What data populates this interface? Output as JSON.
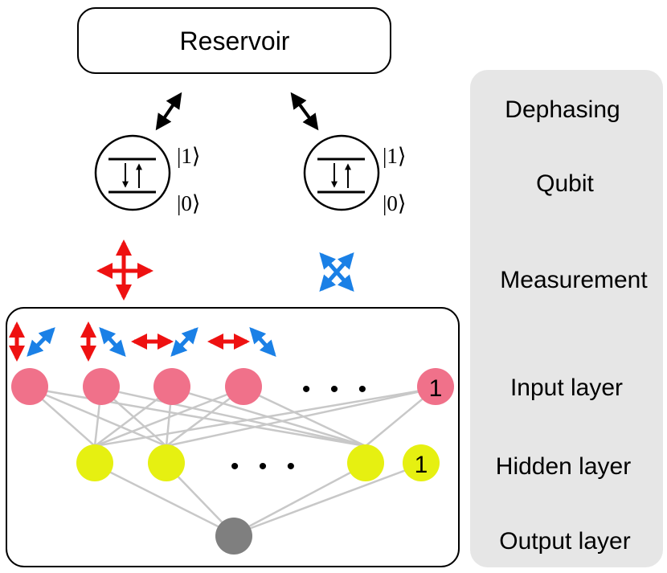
{
  "reservoir": {
    "label": "Reservoir"
  },
  "side_labels": {
    "dephasing": "Dephasing",
    "qubit": "Qubit",
    "measurement": "Measurement",
    "input_layer": "Input layer",
    "hidden_layer": "Hidden layer",
    "output_layer": "Output layer"
  },
  "qubit": {
    "ket_one": "|1⟩",
    "ket_zero": "|0⟩"
  },
  "network": {
    "bias_label": "1",
    "ellipsis": "• • •"
  },
  "colors": {
    "red": "#ee1111",
    "blue": "#1a80e6",
    "input_node": "#f0718a",
    "hidden_node": "#e6f011",
    "output_node": "#7f7f7f",
    "edge": "#c8c8c8",
    "panel": "#e6e6e6"
  },
  "icons": {
    "coupling_arrow": "double-headed-diagonal-arrow",
    "qubit_symbol": "two-level-system-icon",
    "measurement_red": "vertical-horizontal-cross-arrows-icon",
    "measurement_blue": "diagonal-cross-arrows-icon"
  }
}
